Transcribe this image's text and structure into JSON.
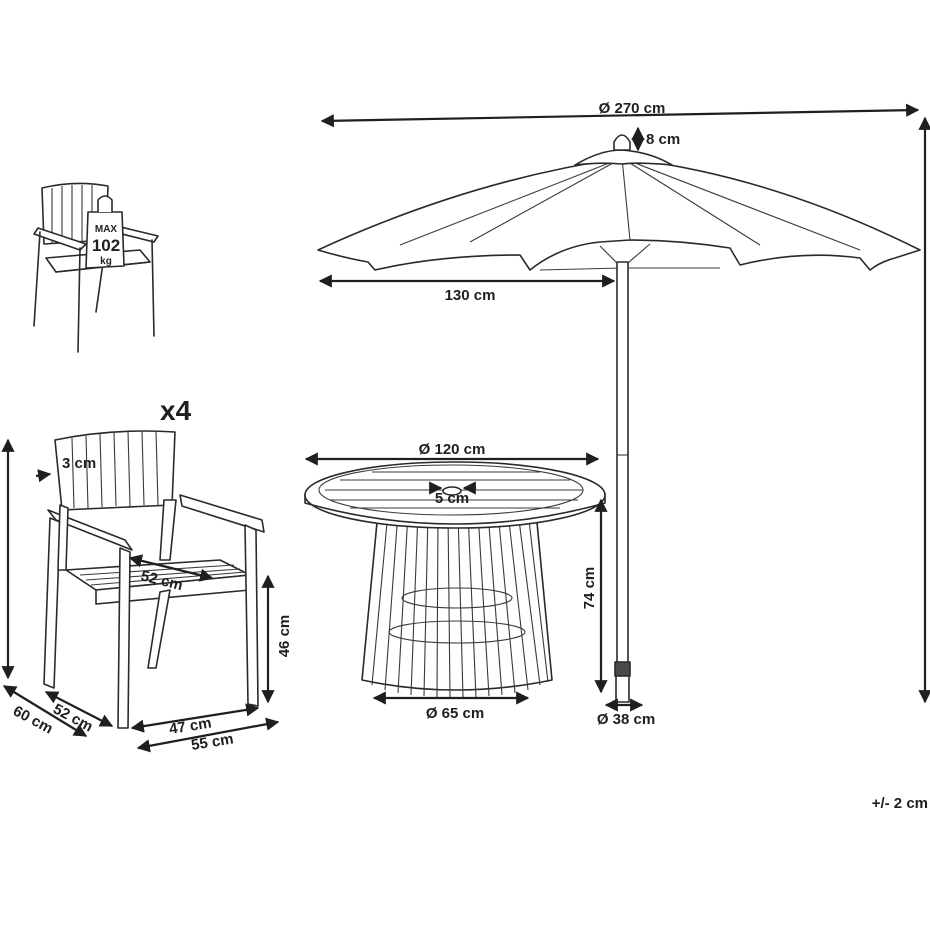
{
  "umbrella": {
    "diameter_label": "Ø 270 cm",
    "finial_label": "8 cm",
    "radius_label": "130 cm",
    "base_label": "Ø 38 cm"
  },
  "table": {
    "diameter_label": "Ø 120 cm",
    "hole_label": "5 cm",
    "height_label": "74 cm",
    "base_label": "Ø 65 cm"
  },
  "chair": {
    "quantity_label": "x4",
    "max_load": {
      "line1": "MAX",
      "line2": "102",
      "line3": "kg"
    },
    "armrest_label": "3 cm",
    "seat_depth_label": "52 cm",
    "seat_height_label": "46 cm",
    "depth_inner_label": "52 cm",
    "depth_outer_label": "60 cm",
    "width_inner_label": "47 cm",
    "width_outer_label": "55 cm"
  },
  "tolerance_label": "+/- 2 cm"
}
